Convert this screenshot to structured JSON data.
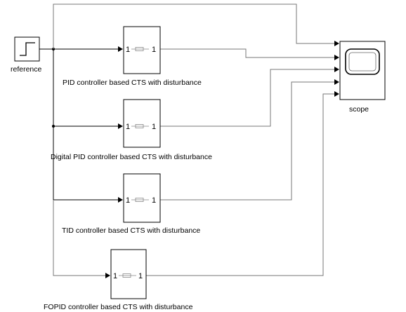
{
  "reference": {
    "label": "reference"
  },
  "scope": {
    "label": "scope"
  },
  "subsystems": [
    {
      "label": "PID controller based CTS with disturbance",
      "in_port": "1",
      "out_port": "1"
    },
    {
      "label": "Digital PID controller based CTS with disturbance",
      "in_port": "1",
      "out_port": "1"
    },
    {
      "label": "TID controller based CTS with disturbance",
      "in_port": "1",
      "out_port": "1"
    },
    {
      "label": "FOPID controller based CTS with disturbance",
      "in_port": "1",
      "out_port": "1"
    }
  ]
}
